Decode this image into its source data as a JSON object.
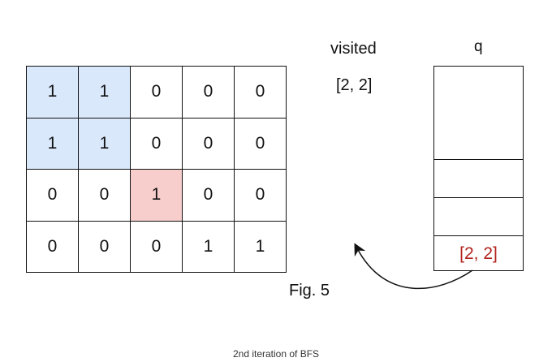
{
  "grid": {
    "rows": [
      [
        "1",
        "1",
        "0",
        "0",
        "0"
      ],
      [
        "1",
        "1",
        "0",
        "0",
        "0"
      ],
      [
        "0",
        "0",
        "1",
        "0",
        "0"
      ],
      [
        "0",
        "0",
        "0",
        "1",
        "1"
      ]
    ],
    "highlights": [
      [
        "blue",
        "blue",
        "",
        "",
        ""
      ],
      [
        "blue",
        "blue",
        "",
        "",
        ""
      ],
      [
        "",
        "",
        "red",
        "",
        ""
      ],
      [
        "",
        "",
        "",
        "",
        ""
      ]
    ]
  },
  "visited": {
    "title": "visited",
    "value": "[2, 2]"
  },
  "queue": {
    "title": "q",
    "item": "[2, 2]",
    "item_color": "#b3231e"
  },
  "figure_label": "Fig. 5",
  "caption": "2nd iteration of BFS",
  "colors": {
    "visited_fill": "#dae8fc",
    "current_fill": "#f8cecc",
    "line": "#111111"
  }
}
